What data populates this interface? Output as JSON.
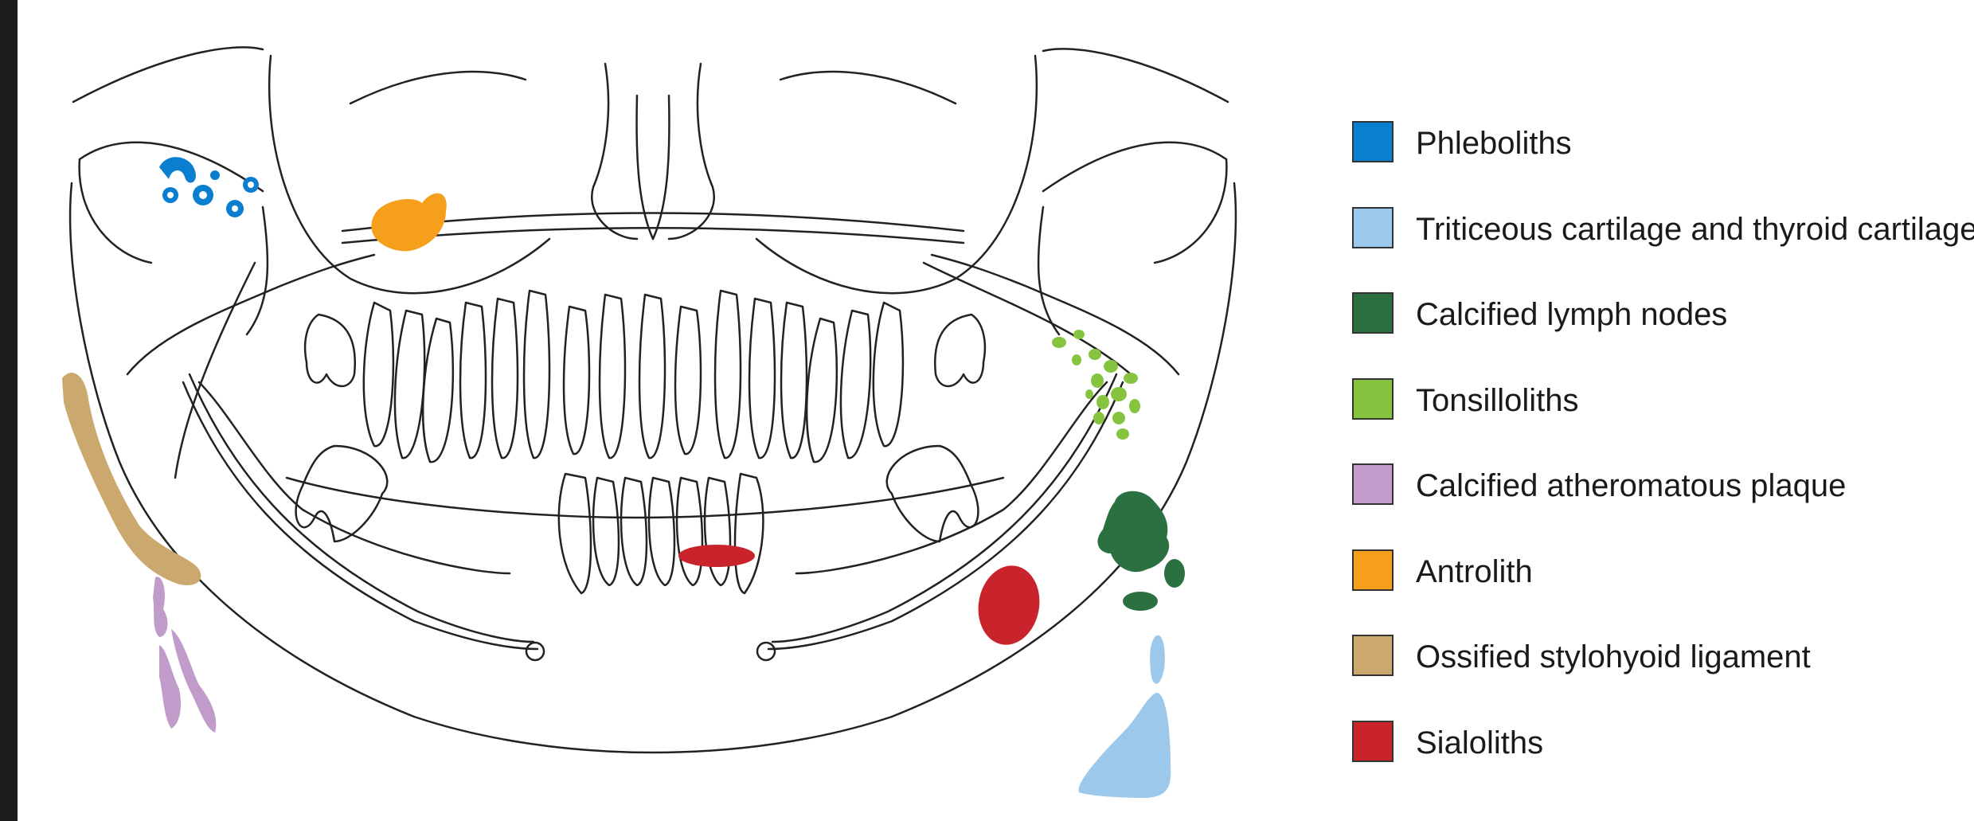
{
  "diagram": {
    "outline_color": "#222222",
    "legend": [
      {
        "label": "Phleboliths",
        "color": "#0a7fd0"
      },
      {
        "label": "Triticeous cartilage and thyroid cartilage",
        "color": "#9cc8ec"
      },
      {
        "label": "Calcified lymph nodes",
        "color": "#2b7040"
      },
      {
        "label": "Tonsilloliths",
        "color": "#86c440"
      },
      {
        "label": "Calcified atheromatous plaque",
        "color": "#c19ccb"
      },
      {
        "label": "Antrolith",
        "color": "#f59f1d"
      },
      {
        "label": "Ossified stylohyoid ligament",
        "color": "#cba96e"
      },
      {
        "label": "Sialoliths",
        "color": "#c9232c"
      }
    ]
  }
}
